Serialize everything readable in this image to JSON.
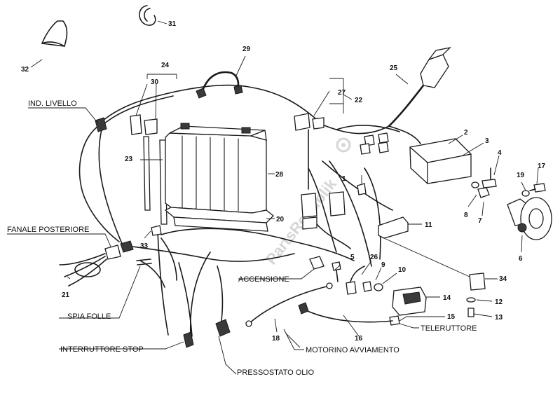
{
  "watermark": "PartsRepublik",
  "labels": {
    "ind_livello": "IND. LIVELLO",
    "fanale_posteriore": "FANALE POSTERIORE",
    "spia_folle": "SPIA FOLLE",
    "interruttore_stop": "INTERRUTTORE STOP",
    "pressostato_olio": "PRESSOSTATO OLIO",
    "motorino_avviamento": "MOTORINO AVVIAMENTO",
    "teleruttore": "TELERUTTORE",
    "accensione": "ACCENSIONE"
  },
  "part_numbers": {
    "n1": "1",
    "n2": "2",
    "n3": "3",
    "n4": "4",
    "n5": "5",
    "n6": "6",
    "n7": "7",
    "n8": "8",
    "n9": "9",
    "n10": "10",
    "n11": "11",
    "n12": "12",
    "n13": "13",
    "n14": "14",
    "n15": "15",
    "n16": "16",
    "n17": "17",
    "n18": "18",
    "n19": "19",
    "n20": "20",
    "n21": "21",
    "n22": "22",
    "n23": "23",
    "n24": "24",
    "n25": "25",
    "n26": "26",
    "n27": "27",
    "n28": "28",
    "n29": "29",
    "n30": "30",
    "n31": "31",
    "n32": "32",
    "n33": "33",
    "n34": "34"
  },
  "colors": {
    "ink": "#1a1a1a",
    "watermark": "#d6d6d6",
    "background": "#ffffff"
  }
}
